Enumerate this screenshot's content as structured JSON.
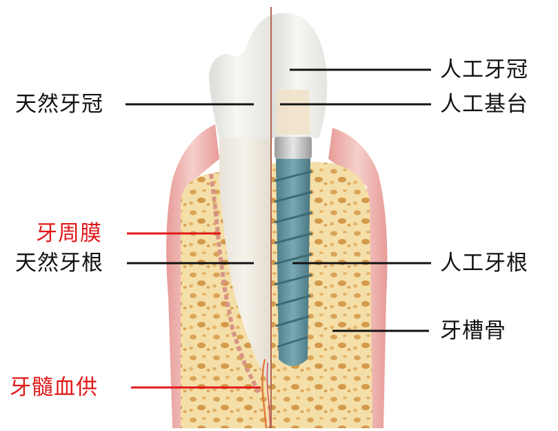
{
  "labels": {
    "natural_crown": "天然牙冠",
    "periodontal_ligament": "牙周膜",
    "natural_root": "天然牙根",
    "pulp_blood_supply": "牙髓血供",
    "artificial_crown": "人工牙冠",
    "artificial_abutment": "人工基台",
    "artificial_root": "人工牙根",
    "alveolar_bone": "牙槽骨"
  },
  "colors": {
    "leader_black": "#111111",
    "leader_red": "#e01818",
    "label_black": "#111111",
    "label_red": "#e01818",
    "bone": "#f5dfa8",
    "bone_pore": "#dba85a",
    "gum": "#f1b6b3",
    "enamel": "#f3f2ef",
    "implant": "#5d8f99",
    "abutment": "#c9c9c9",
    "divider": "#b0654f"
  }
}
